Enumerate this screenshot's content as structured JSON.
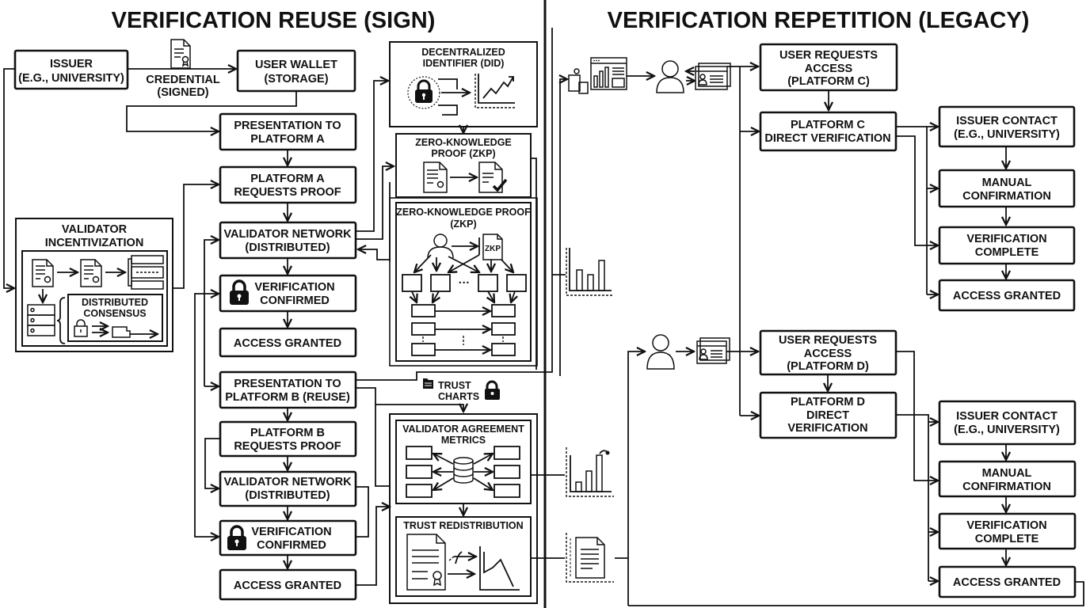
{
  "titles": {
    "left": "VERIFICATION REUSE (SIGN)",
    "right": "VERIFICATION REPETITION (LEGACY)"
  },
  "left": {
    "issuer": [
      "ISSUER",
      "(E.G., UNIVERSITY)"
    ],
    "credential": [
      "CREDENTIAL",
      "(SIGNED)"
    ],
    "wallet": [
      "USER WALLET",
      "(STORAGE)"
    ],
    "pres_a": [
      "PRESENTATION TO",
      "PLATFORM A"
    ],
    "req_a": [
      "PLATFORM A",
      "REQUESTS PROOF"
    ],
    "validator_a": [
      "VALIDATOR NETWORK",
      "(DISTRIBUTED)"
    ],
    "confirmed_a": [
      "VERIFICATION",
      "CONFIRMED"
    ],
    "access_a": "ACCESS GRANTED",
    "pres_b": [
      "PRESENTATION TO",
      "PLATFORM B (REUSE)"
    ],
    "req_b": [
      "PLATFORM B",
      "REQUESTS PROOF"
    ],
    "validator_b": [
      "VALIDATOR NETWORK",
      "(DISTRIBUTED)"
    ],
    "confirmed_b": [
      "VERIFICATION",
      "CONFIRMED"
    ],
    "access_b": "ACCESS GRANTED",
    "incentive": {
      "title": [
        "VALIDATOR",
        "INCENTIVIZATION"
      ],
      "consensus": [
        "DISTRIBUTED",
        "CONSENSUS"
      ]
    },
    "did": [
      "DECENTRALIZED",
      "IDENTIFIER (DID)"
    ],
    "zkp1": [
      "ZERO-KNOWLEDGE",
      "PROOF (ZKP)"
    ],
    "zkp2": [
      "ZERO-KNOWLEDGE PROOF",
      "(ZKP)"
    ],
    "zkp_doc_label": "ZKP",
    "trust_charts": [
      "TRUST",
      "CHARTS"
    ],
    "agreement": [
      "VALIDATOR AGREEMENT",
      "METRICS"
    ],
    "redistribution": "TRUST REDISTRIBUTION"
  },
  "right": {
    "req_c": [
      "USER REQUESTS",
      "ACCESS",
      "(PLATFORM C)"
    ],
    "direct_c": [
      "PLATFORM C",
      "DIRECT VERIFICATION"
    ],
    "issuer_c": [
      "ISSUER CONTACT",
      "(E.G., UNIVERSITY)"
    ],
    "manual_c": [
      "MANUAL",
      "CONFIRMATION"
    ],
    "complete_c": [
      "VERIFICATION",
      "COMPLETE"
    ],
    "access_c": "ACCESS GRANTED",
    "req_d": [
      "USER REQUESTS",
      "ACCESS",
      "(PLATFORM D)"
    ],
    "direct_d": [
      "PLATFORM D",
      "DIRECT",
      "VERIFICATION"
    ],
    "issuer_d": [
      "ISSUER CONTACT",
      "(E.G., UNIVERSITY)"
    ],
    "manual_d": [
      "MANUAL",
      "CONFIRMATION"
    ],
    "complete_d": [
      "VERIFICATION",
      "COMPLETE"
    ],
    "access_d": "ACCESS GRANTED"
  },
  "icons": {
    "credential_doc": "certificate-document-icon",
    "lock": "padlock-icon",
    "user": "user-icon",
    "id_card": "id-card-icon",
    "bar_chart": "bar-chart-icon",
    "database": "database-icon",
    "server": "server-rack-icon",
    "dashboard": "dashboard-icon",
    "document": "document-icon",
    "trend_chart": "trend-chart-icon"
  }
}
